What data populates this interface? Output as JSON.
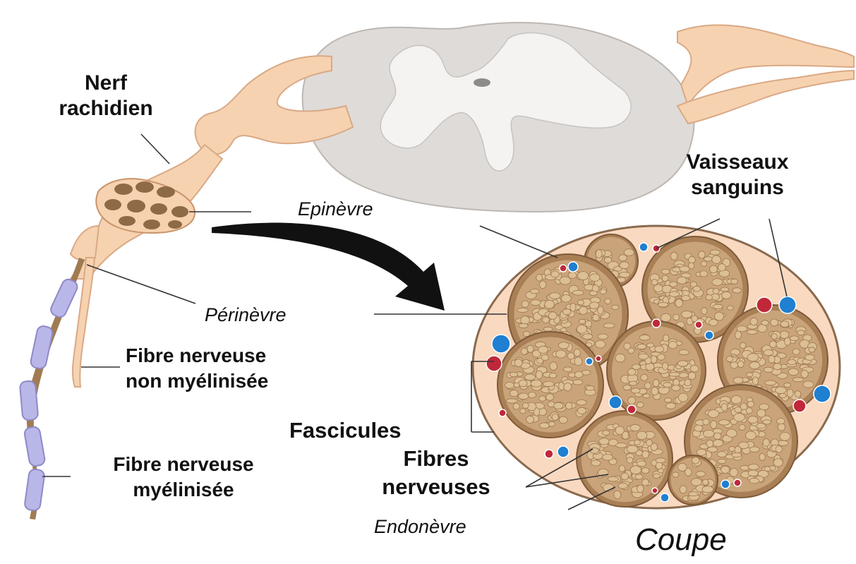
{
  "labels": {
    "nerf_line1": "Nerf",
    "nerf_line2": "rachidien",
    "epinevre": "Epinèvre",
    "vaisseaux_line1": "Vaisseaux",
    "vaisseaux_line2": "sanguins",
    "perinevre": "Périnèvre",
    "fibre_non_myel_line1": "Fibre nerveuse",
    "fibre_non_myel_line2": "non myélinisée",
    "fascicules": "Fascicules",
    "fibres_nerveuses_line1": "Fibres",
    "fibres_nerveuses_line2": "nerveuses",
    "fibre_myel_line1": "Fibre nerveuse",
    "fibre_myel_line2": "myélinisée",
    "endonevre": "Endonèvre",
    "coupe": "Coupe"
  },
  "colors": {
    "nerve_tissue": "#f6d2b0",
    "nerve_outline": "#d9a985",
    "spinal_cord": "#dedbd8",
    "gray_matter": "#f4f3f2",
    "fascicle": "#a97f55",
    "fascicle_inner": "#c9a37a",
    "fiber": "#dcbf94",
    "epineurium": "#f9d9c0",
    "vessel_blue": "#1f7fd0",
    "vessel_red": "#c0283a",
    "myelin": "#b9b6e8",
    "arrow": "#111111"
  }
}
